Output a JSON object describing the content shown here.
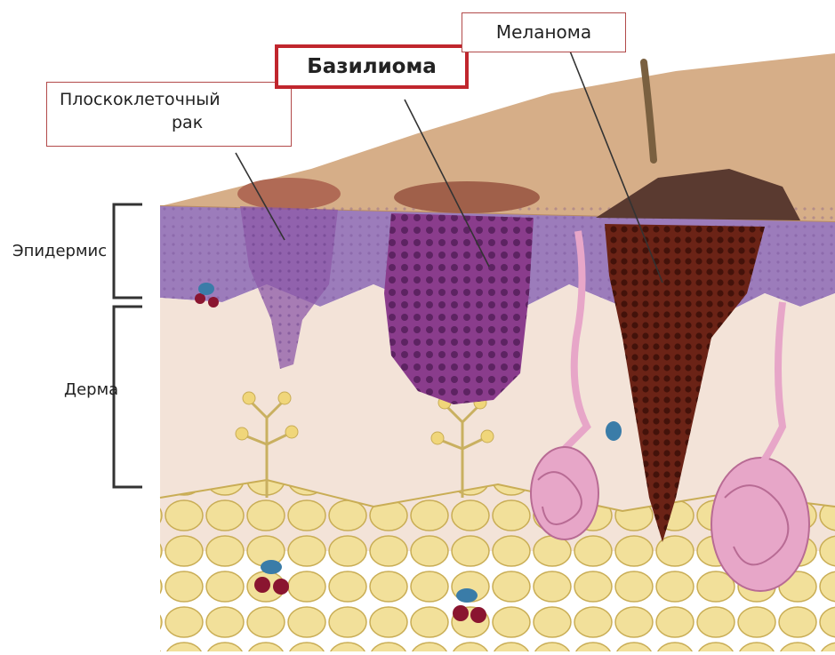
{
  "labels": {
    "squamous": {
      "line1": "Плоскоклеточный",
      "line2": "рак"
    },
    "basal": "Базилиома",
    "melanoma": "Меланома",
    "epidermis": "Эпидермис",
    "dermis": "Дерма"
  },
  "colors": {
    "label_border": "#b24a4a",
    "basal_border": "#c0262d",
    "skin_surface": "#d9b08a",
    "epidermis": "#9a78b8",
    "dermis": "#f2e2d6",
    "fat": "#f0dc8e",
    "basal_tumor": "#8a3c8c",
    "melanoma_tumor": "#6b2316",
    "bracket": "#333333"
  }
}
